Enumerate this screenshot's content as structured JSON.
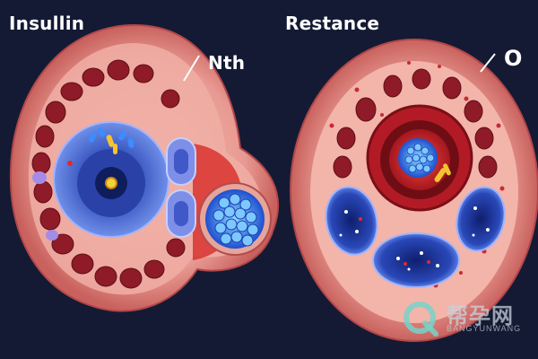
{
  "labels": {
    "left_title": "Insullin",
    "right_title": "Restance",
    "left_callout": "Nth",
    "right_callout": "O"
  },
  "watermark": {
    "text": "帮孕网",
    "subtext": "BANGYUNWANG"
  },
  "colors": {
    "background": "#141a33",
    "outer_tissue": "#e88f8a",
    "inner_tissue": "#f4b6ad",
    "red_cells": "#9c1f2a",
    "nucleus_blue": "#3f5fd6",
    "deep_blue": "#1c2c8a"
  }
}
